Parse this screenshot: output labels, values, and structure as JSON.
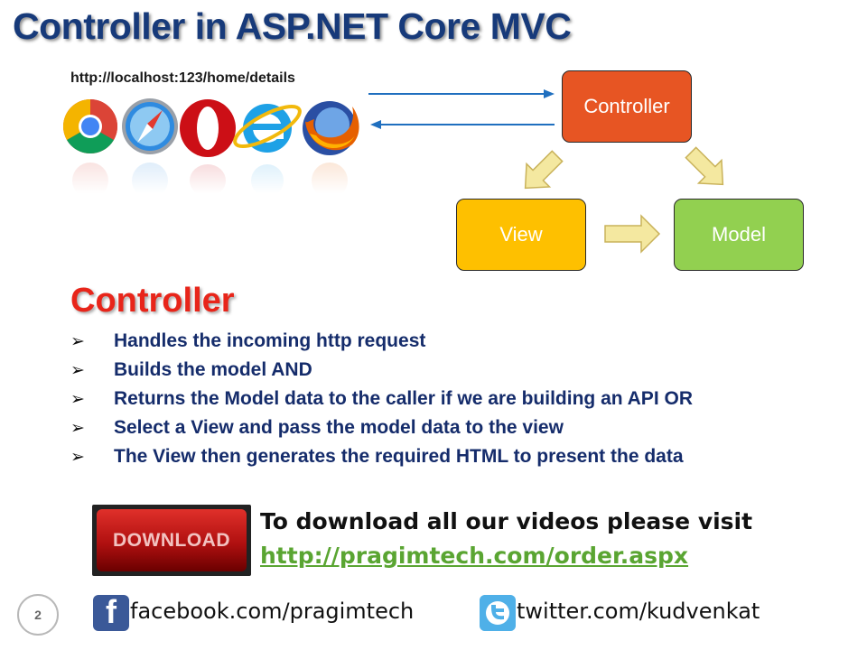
{
  "slide": {
    "title": "Controller in ASP.NET Core MVC",
    "number": "2"
  },
  "request": {
    "url": "http://localhost:123/home/details",
    "browser_icons": [
      "chrome-icon",
      "safari-icon",
      "opera-icon",
      "internet-explorer-icon",
      "firefox-icon"
    ]
  },
  "diagram": {
    "controller_label": "Controller",
    "view_label": "View",
    "model_label": "Model",
    "colors": {
      "controller": "#e75523",
      "view": "#fec000",
      "model": "#92d050",
      "arrow": "#1f6fbf",
      "flow_arrow": "#f4e8a0"
    }
  },
  "content": {
    "heading": "Controller",
    "bullet_marker": "➢",
    "bullets": [
      "Handles the incoming http request",
      "Builds the model AND",
      "Returns the Model data to the caller if we are building an API  OR",
      "Select a View and pass the model data to the view",
      "The View then generates the required HTML to present the data"
    ]
  },
  "promo": {
    "download_label": "DOWNLOAD",
    "text": "To download all our videos please visit",
    "link": "http://pragimtech.com/order.aspx"
  },
  "social": {
    "facebook": "facebook.com/pragimtech",
    "twitter": "twitter.com/kudvenkat"
  }
}
